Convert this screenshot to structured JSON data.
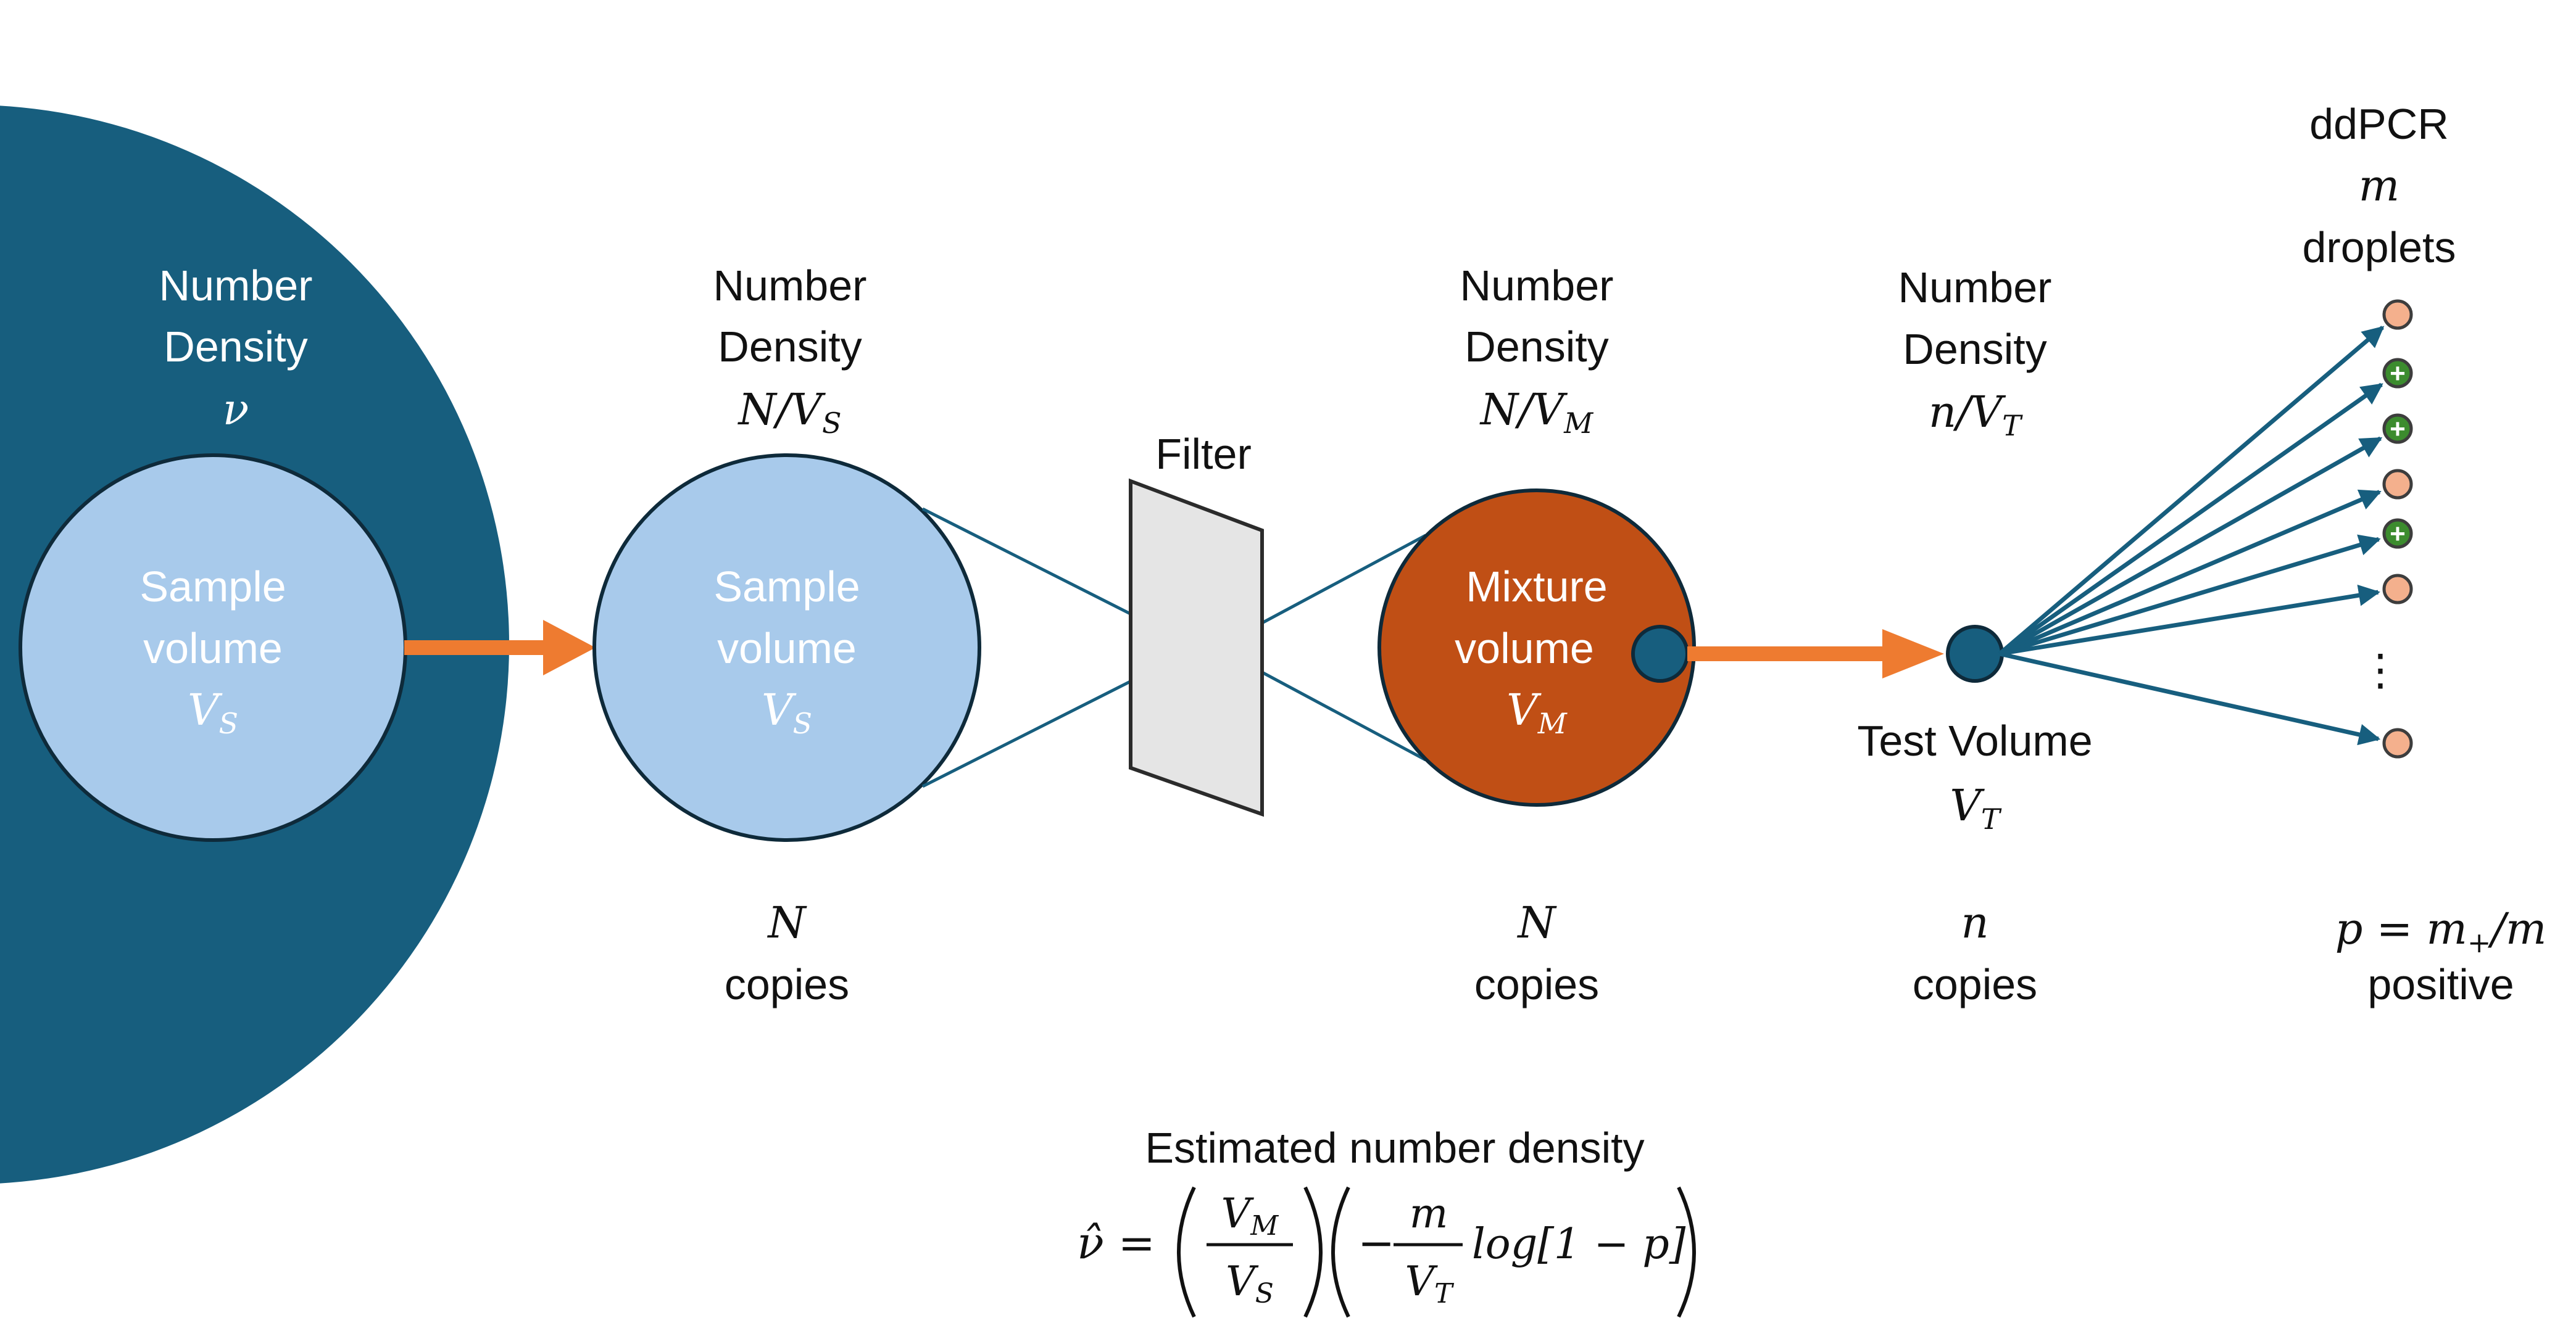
{
  "colors": {
    "population": "#175E7E",
    "sample": "#A8CAEB",
    "mixture": "#C04F15",
    "arrow": "#EE7B30",
    "line": "#175E7E",
    "filter_fill": "#E5E5E5",
    "droplet_fill": "#F4B08D",
    "droplet_positive": "#3C8C2E",
    "droplet_stroke": "#3D3D3D"
  },
  "population": {
    "label1": "Number",
    "label2": "Density",
    "symbol": "ν"
  },
  "sample_in_pop": {
    "label1": "Sample",
    "label2": "volume",
    "symbol_main": "V",
    "symbol_sub": "S"
  },
  "sample": {
    "density1": "Number",
    "density2": "Density",
    "density_main": "N/V",
    "density_sub": "S",
    "label1": "Sample",
    "label2": "volume",
    "symbol_main": "V",
    "symbol_sub": "S",
    "copies_symbol": "N",
    "copies_label": "copies"
  },
  "filter": {
    "label": "Filter"
  },
  "mixture": {
    "density1": "Number",
    "density2": "Density",
    "density_main": "N/V",
    "density_sub": "M",
    "label1": "Mixture",
    "label2": "volume",
    "symbol_main": "V",
    "symbol_sub": "M",
    "copies_symbol": "N",
    "copies_label": "copies"
  },
  "test": {
    "density1": "Number",
    "density2": "Density",
    "density_main": "n/V",
    "density_sub": "T",
    "label": "Test Volume",
    "symbol_main": "V",
    "symbol_sub": "T",
    "copies_symbol": "n",
    "copies_label": "copies"
  },
  "ddpcr": {
    "title": "ddPCR",
    "symbol": "m",
    "label": "droplets",
    "ellipsis": "⋮",
    "droplets": [
      "negative",
      "positive",
      "positive",
      "negative",
      "positive",
      "negative",
      "negative"
    ],
    "positive_glyph": "+",
    "p_formula": "p = m",
    "p_sub": "+",
    "p_rest": "/m",
    "positive_label": "positive"
  },
  "estimate": {
    "title": "Estimated number density",
    "lhs": "ν̂ =",
    "frac1_num_main": "V",
    "frac1_num_sub": "M",
    "frac1_den_main": "V",
    "frac1_den_sub": "S",
    "minus": "−",
    "frac2_num": "m",
    "frac2_den_main": "V",
    "frac2_den_sub": "T",
    "log_text": "log[1 − p]"
  }
}
